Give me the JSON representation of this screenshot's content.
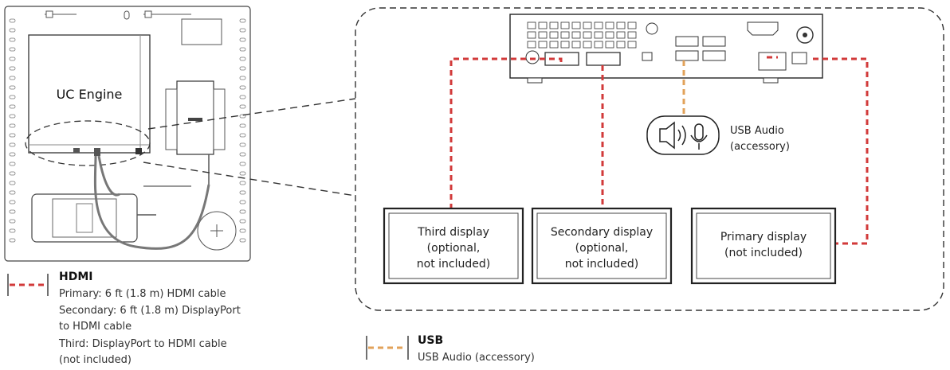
{
  "engine": {
    "label": "UC Engine"
  },
  "displays": [
    {
      "lines": [
        "Third display",
        "(optional,",
        "not included)"
      ]
    },
    {
      "lines": [
        "Secondary display",
        "(optional,",
        "not included)"
      ]
    },
    {
      "lines": [
        "Primary display",
        "(not included)"
      ]
    }
  ],
  "usb_audio": {
    "lines": [
      "USB Audio",
      "(accessory)"
    ]
  },
  "legend": {
    "hdmi": {
      "title": "HDMI",
      "lines": [
        "Primary: 6 ft (1.8 m) HDMI cable",
        "Secondary: 6 ft (1.8 m) DisplayPort",
        "to HDMI cable",
        "Third: DisplayPort to HDMI cable",
        "(not included)"
      ]
    },
    "usb": {
      "title": "USB",
      "lines": [
        "USB Audio (accessory)"
      ]
    }
  },
  "colors": {
    "hdmi_cable": "#d23a3a",
    "usb_cable": "#e2a25a"
  },
  "icons": [
    "speaker-icon",
    "microphone-icon"
  ]
}
